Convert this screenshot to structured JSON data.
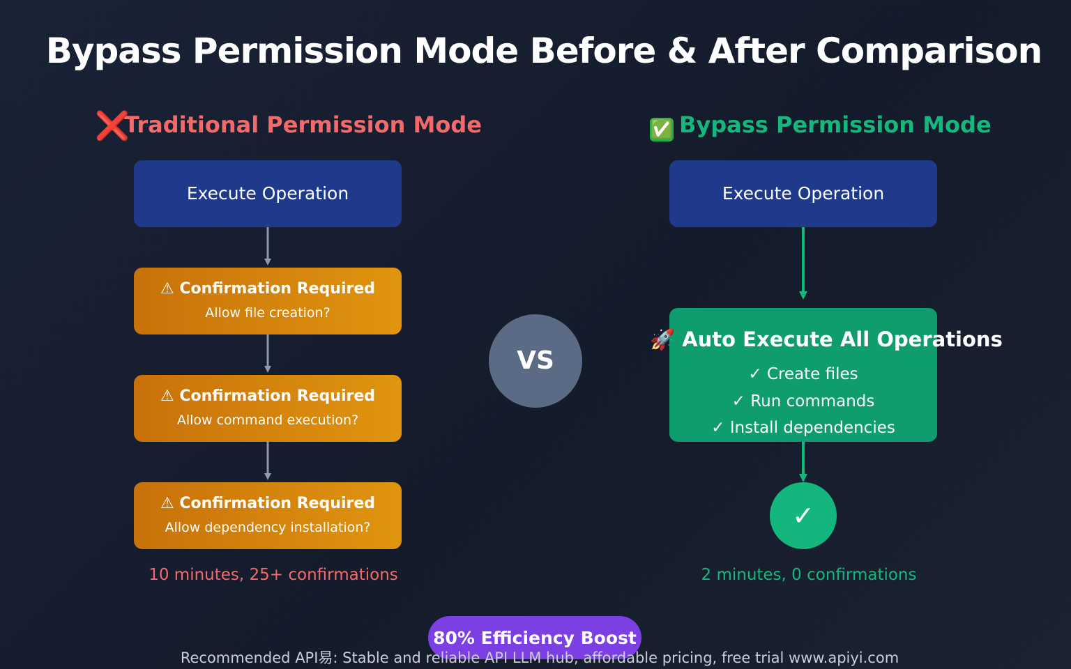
{
  "title": "Bypass Permission Mode Before & After Comparison",
  "left": {
    "heading_icon": "cross-mark-icon",
    "heading_mark": "❌",
    "heading": "Traditional Permission Mode",
    "execute": "Execute Operation",
    "confirmations": [
      {
        "title": "⚠ Confirmation Required",
        "subtitle": "Allow file creation?"
      },
      {
        "title": "⚠ Confirmation Required",
        "subtitle": "Allow command execution?"
      },
      {
        "title": "⚠ Confirmation Required",
        "subtitle": "Allow dependency installation?"
      }
    ],
    "stat": "10 minutes, 25+ confirmations",
    "color": "#f26a6a"
  },
  "vs": "VS",
  "right": {
    "heading_icon": "check-mark-button-icon",
    "heading_mark": "✅",
    "heading": "Bypass Permission Mode",
    "execute": "Execute Operation",
    "auto_title": "🚀 Auto Execute All Operations",
    "auto_items": [
      "✓ Create files",
      "✓ Run commands",
      "✓ Install dependencies"
    ],
    "done_mark": "✓",
    "stat": "2 minutes, 0 confirmations",
    "color": "#14b87c"
  },
  "badge": "80% Efficiency Boost",
  "footer": "Recommended API易: Stable and reliable API LLM hub, affordable pricing, free trial www.apiyi.com"
}
